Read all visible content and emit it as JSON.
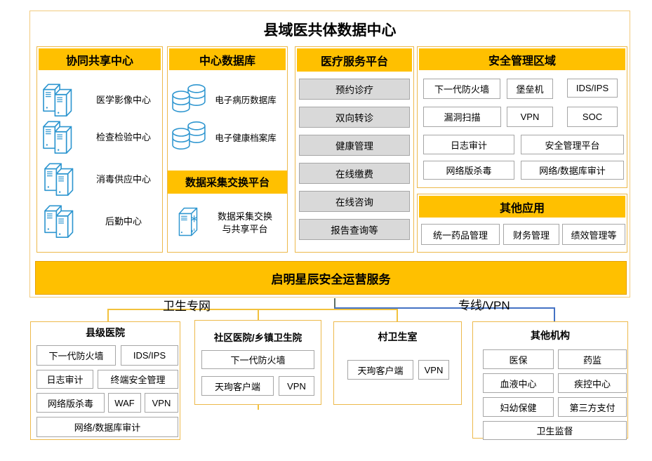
{
  "title": "县域医共体数据中心",
  "columns": {
    "collab": {
      "header": "协同共享中心",
      "items": [
        "医学影像中心",
        "检查检验中心",
        "消毒供应中心",
        "后勤中心"
      ]
    },
    "central_db": {
      "header": "中心数据库",
      "items": [
        "电子病历数据库",
        "电子健康档案库"
      ],
      "sub_header": "数据采集交换平台",
      "platform_line1": "数据采集交换",
      "platform_line2": "与共享平台"
    },
    "medical": {
      "header": "医疗服务平台",
      "items": [
        "预约诊疗",
        "双向转诊",
        "健康管理",
        "在线缴费",
        "在线咨询",
        "报告查询等"
      ]
    },
    "security": {
      "header": "安全管理区域",
      "items": [
        "下一代防火墙",
        "堡垒机",
        "IDS/IPS",
        "漏洞扫描",
        "VPN",
        "SOC",
        "日志审计",
        "安全管理平台",
        "网络版杀毒",
        "网络/数据库审计"
      ]
    },
    "other_apps": {
      "header": "其他应用",
      "items": [
        "统一药品管理",
        "财务管理",
        "绩效管理等"
      ]
    }
  },
  "banner": "启明星辰安全运营服务",
  "network_labels": {
    "left": "卫生专网",
    "right": "专线/VPN"
  },
  "bottom": {
    "county": {
      "header": "县级医院",
      "items": [
        "下一代防火墙",
        "IDS/IPS",
        "日志审计",
        "终端安全管理",
        "网络版杀毒",
        "WAF",
        "VPN",
        "网络/数据库审计"
      ]
    },
    "community": {
      "header": "社区医院/乡镇卫生院",
      "items": [
        "下一代防火墙",
        "天珣客户端",
        "VPN"
      ]
    },
    "village": {
      "header": "村卫生室",
      "items": [
        "天珣客户端",
        "VPN"
      ]
    },
    "others": {
      "header": "其他机构",
      "items": [
        "医保",
        "药监",
        "血液中心",
        "疾控中心",
        "妇幼保健",
        "第三方支付",
        "卫生监督"
      ]
    }
  },
  "colors": {
    "gold": "#FFC000",
    "gold_border": "#EDB94B",
    "gray_fill": "#D9D9D9",
    "gray_border": "#A6A6A6",
    "icon_blue": "#2E96D0",
    "line_blue": "#4472C4",
    "line_dark": "#5E6F63"
  }
}
